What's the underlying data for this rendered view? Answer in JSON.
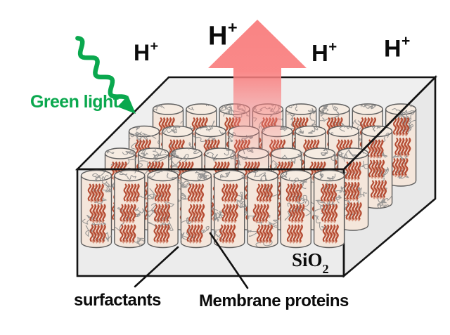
{
  "labels": {
    "green_light": "Green light",
    "h_plus": {
      "base": "H",
      "sup": "+"
    },
    "sio2": {
      "base": "SiO",
      "sub": "2"
    },
    "surfactants": "surfactants",
    "membrane_proteins": "Membrane proteins"
  },
  "structure": {
    "pore_rows": 4,
    "pore_cols": 8,
    "protein_bundles_per_pore": 3
  },
  "colors": {
    "background": "#ffffff",
    "face_top": "#efefef",
    "face_front": "#ececec",
    "face_right": "#e8e8e8",
    "outline": "#141414",
    "cylinder_fill": "#f4e6db",
    "cylinder_top_fill": "#f6ece2",
    "cylinder_stroke": "#5d5d5d",
    "squiggle_gray": "#8a8a8a",
    "protein_red": "#b0432a",
    "protein_red_light": "#d68a72",
    "proton_arrow_red": "#f98080",
    "green": "#0aa84e",
    "pointer_black": "#111111"
  }
}
